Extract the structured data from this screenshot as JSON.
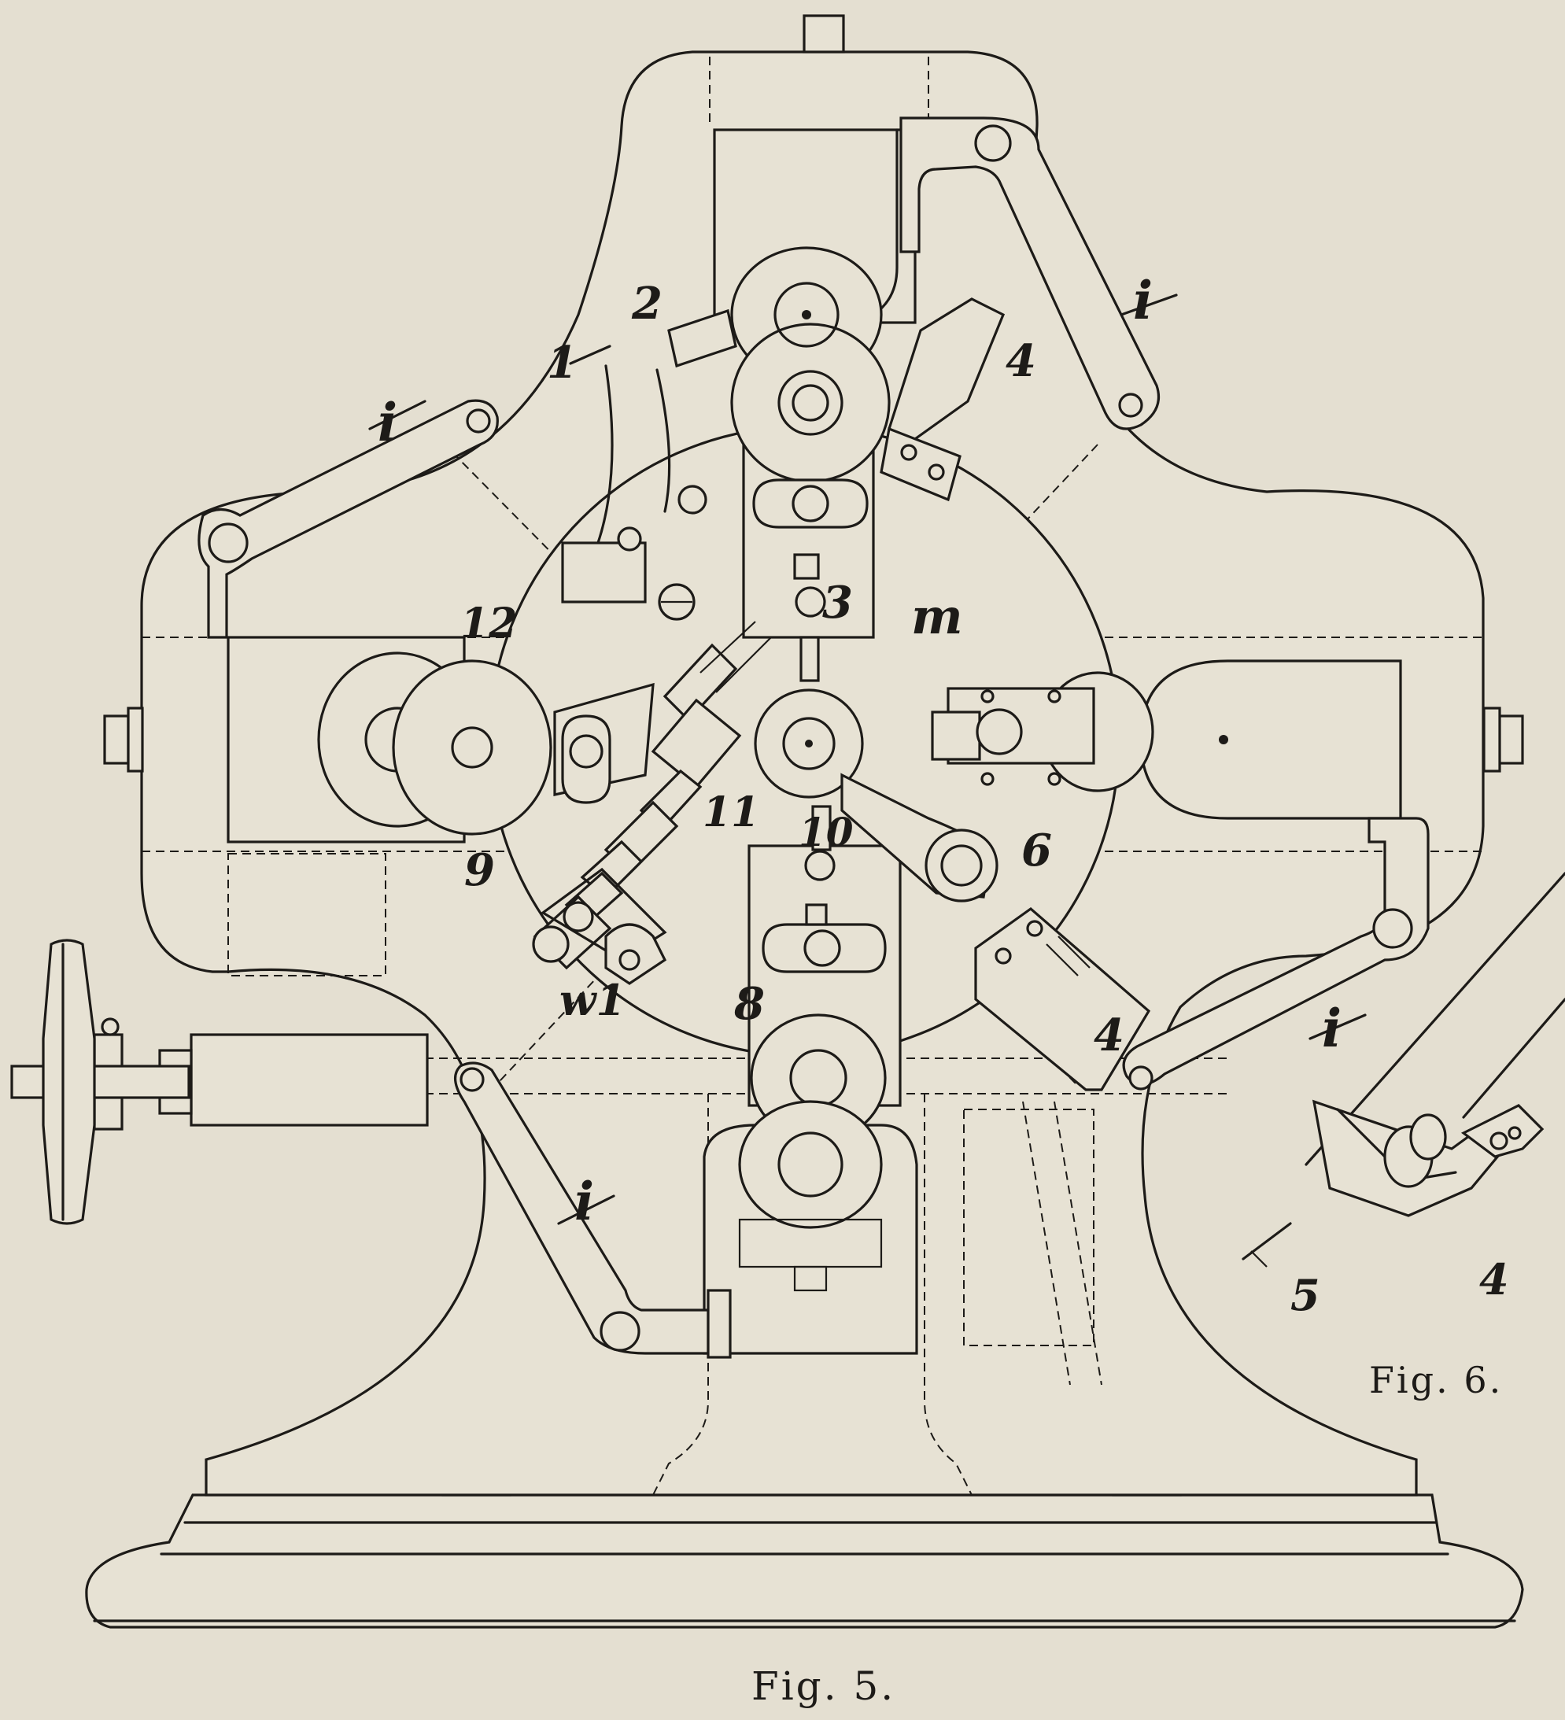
{
  "figures": {
    "fig5": {
      "caption": "Fig. 5."
    },
    "fig6": {
      "caption": "Fig. 6."
    }
  },
  "labels": {
    "l1": "1",
    "l2": "2",
    "l3": "3",
    "l4_top": "4",
    "l4_lower": "4",
    "l6": "6",
    "l8": "8",
    "l9": "9",
    "l10": "10",
    "l11": "11",
    "l12": "12",
    "m": "m",
    "w1": "w1",
    "i_topleft": "i",
    "i_topright": "i",
    "i_bottomright": "i",
    "i_bottomleft": "i",
    "fig6_4": "4",
    "fig6_5": "5"
  },
  "colors": {
    "paper": "#e4dfd1",
    "ink": "#1d1b18"
  }
}
